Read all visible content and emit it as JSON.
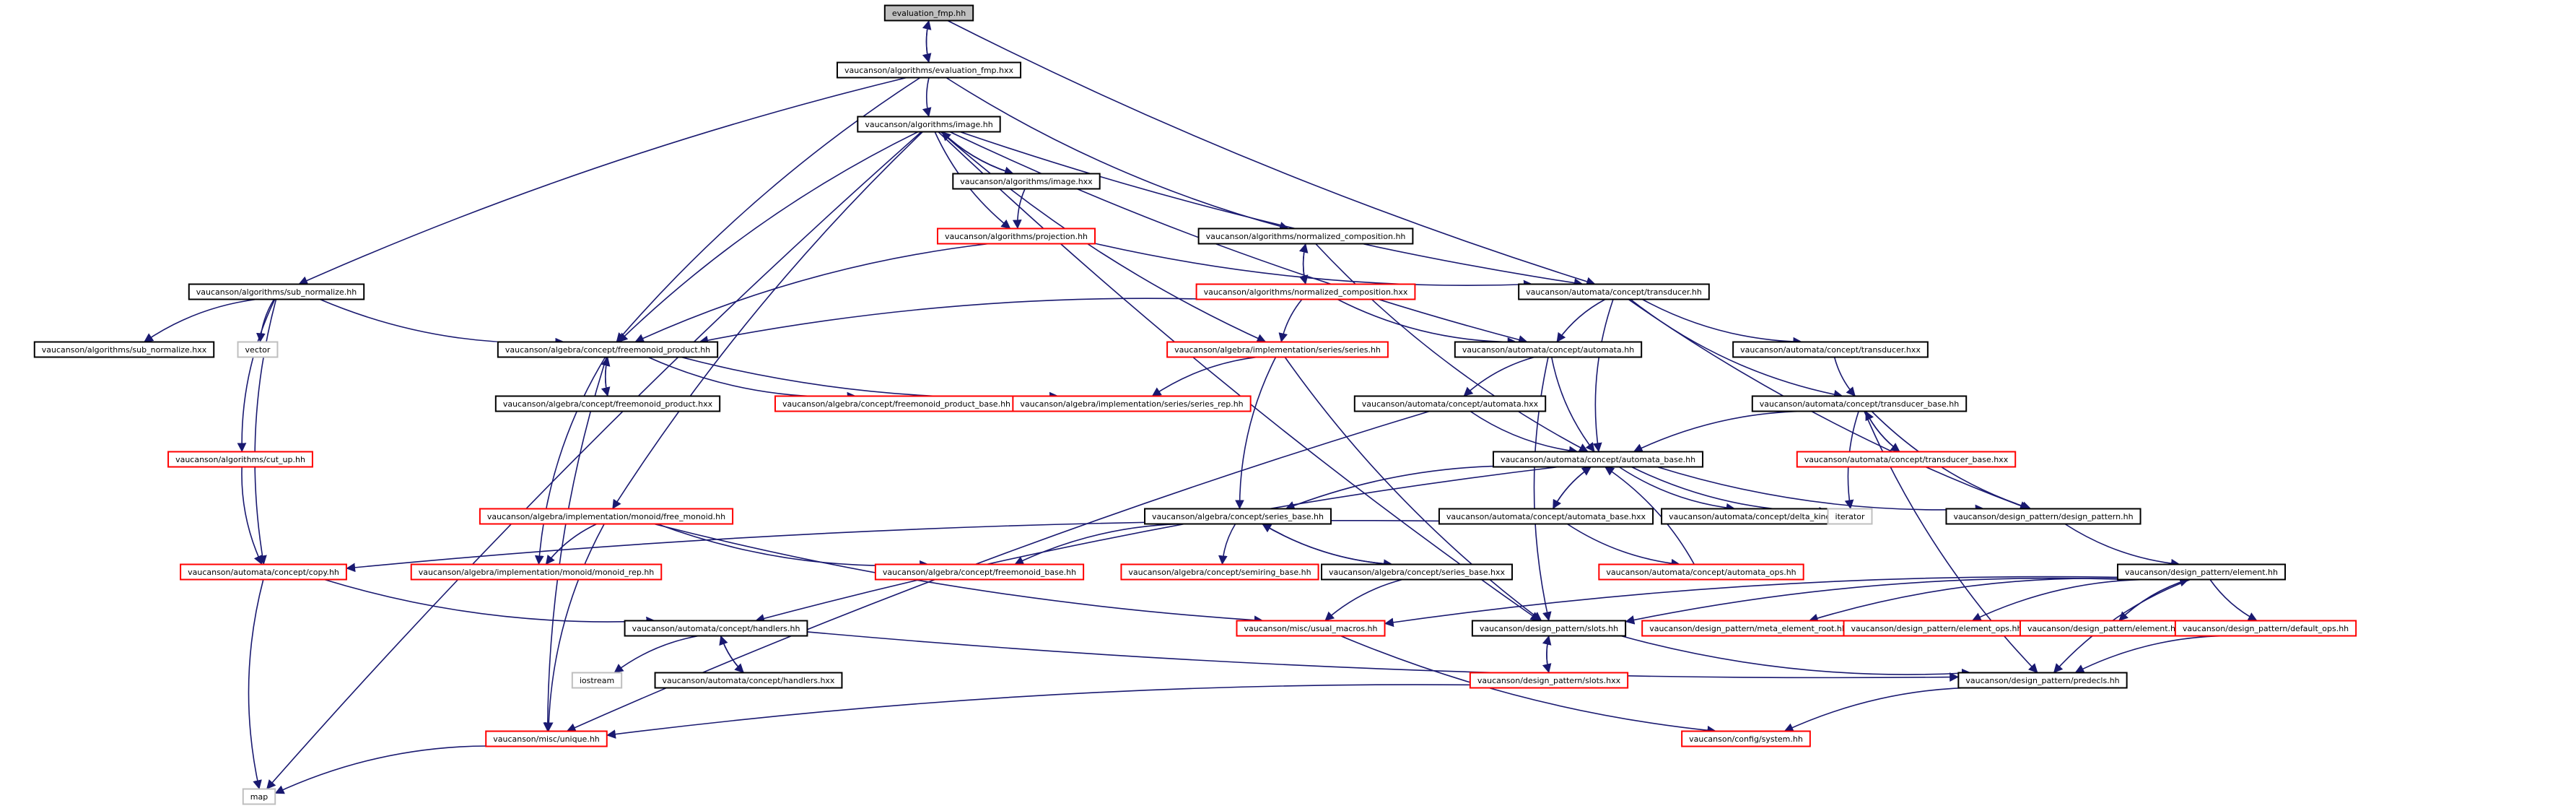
{
  "diagram": {
    "colors": {
      "edge": "#191970",
      "root_fill": "#bfbfbf",
      "border_normal": "#000000",
      "border_unavailable": "#ff0000",
      "border_system": "#bfbfbf"
    },
    "nodes": [
      {
        "id": "n0",
        "label": "evaluation_fmp.hh",
        "style": "root"
      },
      {
        "id": "n1",
        "label": "vaucanson/algorithms/evaluation_fmp.hxx",
        "style": "normal"
      },
      {
        "id": "n2",
        "label": "vaucanson/algorithms/image.hh",
        "style": "normal"
      },
      {
        "id": "n3",
        "label": "vaucanson/algorithms/image.hxx",
        "style": "normal"
      },
      {
        "id": "n4",
        "label": "vaucanson/algorithms/projection.hh",
        "style": "red"
      },
      {
        "id": "n5",
        "label": "vaucanson/algorithms/normalized_composition.hh",
        "style": "normal"
      },
      {
        "id": "n6",
        "label": "vaucanson/algorithms/normalized_composition.hxx",
        "style": "red"
      },
      {
        "id": "n7",
        "label": "vaucanson/automata/concept/transducer.hh",
        "style": "normal"
      },
      {
        "id": "n8",
        "label": "vaucanson/algorithms/sub_normalize.hh",
        "style": "normal"
      },
      {
        "id": "n9",
        "label": "vaucanson/algorithms/sub_normalize.hxx",
        "style": "normal"
      },
      {
        "id": "n10",
        "label": "vector",
        "style": "system"
      },
      {
        "id": "n11",
        "label": "vaucanson/algebra/concept/freemonoid_product.hh",
        "style": "normal"
      },
      {
        "id": "n12",
        "label": "vaucanson/algebra/implementation/series/series.hh",
        "style": "red"
      },
      {
        "id": "n13",
        "label": "vaucanson/automata/concept/automata.hh",
        "style": "normal"
      },
      {
        "id": "n14",
        "label": "vaucanson/automata/concept/transducer.hxx",
        "style": "normal"
      },
      {
        "id": "n15",
        "label": "vaucanson/algebra/concept/freemonoid_product.hxx",
        "style": "normal"
      },
      {
        "id": "n16",
        "label": "vaucanson/algebra/concept/freemonoid_product_base.hh",
        "style": "red"
      },
      {
        "id": "n17",
        "label": "vaucanson/algebra/implementation/series/series_rep.hh",
        "style": "red"
      },
      {
        "id": "n18",
        "label": "vaucanson/automata/concept/automata.hxx",
        "style": "normal"
      },
      {
        "id": "n19",
        "label": "vaucanson/automata/concept/transducer_base.hh",
        "style": "normal"
      },
      {
        "id": "n20",
        "label": "vaucanson/automata/concept/transducer_base.hxx",
        "style": "red"
      },
      {
        "id": "n21",
        "label": "vaucanson/algorithms/cut_up.hh",
        "style": "red"
      },
      {
        "id": "n22",
        "label": "vaucanson/automata/concept/automata_base.hh",
        "style": "normal"
      },
      {
        "id": "n23",
        "label": "vaucanson/algebra/implementation/monoid/free_monoid.hh",
        "style": "red"
      },
      {
        "id": "n24",
        "label": "vaucanson/algebra/concept/series_base.hh",
        "style": "normal"
      },
      {
        "id": "n25",
        "label": "vaucanson/automata/concept/automata_base.hxx",
        "style": "normal"
      },
      {
        "id": "n26",
        "label": "vaucanson/automata/concept/delta_kind.hh",
        "style": "normal"
      },
      {
        "id": "n27",
        "label": "iterator",
        "style": "system"
      },
      {
        "id": "n28",
        "label": "vaucanson/design_pattern/design_pattern.hh",
        "style": "normal"
      },
      {
        "id": "n29",
        "label": "vaucanson/automata/concept/copy.hh",
        "style": "red"
      },
      {
        "id": "n30",
        "label": "vaucanson/algebra/implementation/monoid/monoid_rep.hh",
        "style": "red"
      },
      {
        "id": "n31",
        "label": "vaucanson/algebra/concept/freemonoid_base.hh",
        "style": "red"
      },
      {
        "id": "n32",
        "label": "vaucanson/algebra/concept/semiring_base.hh",
        "style": "red"
      },
      {
        "id": "n33",
        "label": "vaucanson/algebra/concept/series_base.hxx",
        "style": "normal"
      },
      {
        "id": "n34",
        "label": "vaucanson/automata/concept/automata_ops.hh",
        "style": "red"
      },
      {
        "id": "n35",
        "label": "vaucanson/design_pattern/element.hh",
        "style": "normal"
      },
      {
        "id": "n36",
        "label": "vaucanson/automata/concept/handlers.hh",
        "style": "normal"
      },
      {
        "id": "n37",
        "label": "vaucanson/misc/usual_macros.hh",
        "style": "red"
      },
      {
        "id": "n38",
        "label": "vaucanson/design_pattern/slots.hh",
        "style": "normal"
      },
      {
        "id": "n39",
        "label": "vaucanson/design_pattern/meta_element_root.hh",
        "style": "red"
      },
      {
        "id": "n40",
        "label": "vaucanson/design_pattern/element_ops.hh",
        "style": "red"
      },
      {
        "id": "n41",
        "label": "vaucanson/design_pattern/element.hxx",
        "style": "red"
      },
      {
        "id": "n42",
        "label": "vaucanson/design_pattern/default_ops.hh",
        "style": "red"
      },
      {
        "id": "n43",
        "label": "iostream",
        "style": "system"
      },
      {
        "id": "n44",
        "label": "vaucanson/automata/concept/handlers.hxx",
        "style": "normal"
      },
      {
        "id": "n45",
        "label": "vaucanson/design_pattern/slots.hxx",
        "style": "red"
      },
      {
        "id": "n46",
        "label": "vaucanson/design_pattern/predecls.hh",
        "style": "normal"
      },
      {
        "id": "n47",
        "label": "vaucanson/misc/unique.hh",
        "style": "red"
      },
      {
        "id": "n48",
        "label": "vaucanson/config/system.hh",
        "style": "red"
      },
      {
        "id": "n49",
        "label": "map",
        "style": "system"
      }
    ],
    "edges": [
      [
        "n0",
        "n1"
      ],
      [
        "n1",
        "n0"
      ],
      [
        "n0",
        "n7"
      ],
      [
        "n1",
        "n2"
      ],
      [
        "n1",
        "n5"
      ],
      [
        "n1",
        "n8"
      ],
      [
        "n1",
        "n11"
      ],
      [
        "n2",
        "n3"
      ],
      [
        "n3",
        "n2"
      ],
      [
        "n2",
        "n4"
      ],
      [
        "n2",
        "n11"
      ],
      [
        "n2",
        "n12"
      ],
      [
        "n2",
        "n13"
      ],
      [
        "n2",
        "n7"
      ],
      [
        "n2",
        "n23"
      ],
      [
        "n2",
        "n49"
      ],
      [
        "n2",
        "n38"
      ],
      [
        "n3",
        "n4"
      ],
      [
        "n4",
        "n11"
      ],
      [
        "n4",
        "n7"
      ],
      [
        "n5",
        "n6"
      ],
      [
        "n6",
        "n5"
      ],
      [
        "n5",
        "n22"
      ],
      [
        "n6",
        "n11"
      ],
      [
        "n6",
        "n12"
      ],
      [
        "n6",
        "n13"
      ],
      [
        "n7",
        "n13"
      ],
      [
        "n7",
        "n14"
      ],
      [
        "n7",
        "n19"
      ],
      [
        "n7",
        "n22"
      ],
      [
        "n7",
        "n28"
      ],
      [
        "n8",
        "n9"
      ],
      [
        "n8",
        "n10"
      ],
      [
        "n8",
        "n11"
      ],
      [
        "n8",
        "n21"
      ],
      [
        "n8",
        "n29"
      ],
      [
        "n11",
        "n15"
      ],
      [
        "n15",
        "n11"
      ],
      [
        "n11",
        "n16"
      ],
      [
        "n11",
        "n17"
      ],
      [
        "n11",
        "n30"
      ],
      [
        "n11",
        "n47"
      ],
      [
        "n12",
        "n17"
      ],
      [
        "n12",
        "n24"
      ],
      [
        "n12",
        "n38"
      ],
      [
        "n13",
        "n18"
      ],
      [
        "n13",
        "n22"
      ],
      [
        "n13",
        "n38"
      ],
      [
        "n14",
        "n19"
      ],
      [
        "n18",
        "n22"
      ],
      [
        "n18",
        "n47"
      ],
      [
        "n19",
        "n20"
      ],
      [
        "n20",
        "n19"
      ],
      [
        "n19",
        "n22"
      ],
      [
        "n19",
        "n27"
      ],
      [
        "n19",
        "n28"
      ],
      [
        "n19",
        "n46"
      ],
      [
        "n21",
        "n29"
      ],
      [
        "n22",
        "n24"
      ],
      [
        "n22",
        "n25"
      ],
      [
        "n25",
        "n22"
      ],
      [
        "n22",
        "n26"
      ],
      [
        "n22",
        "n27"
      ],
      [
        "n22",
        "n28"
      ],
      [
        "n22",
        "n36"
      ],
      [
        "n23",
        "n30"
      ],
      [
        "n23",
        "n31"
      ],
      [
        "n23",
        "n37"
      ],
      [
        "n23",
        "n47"
      ],
      [
        "n24",
        "n31"
      ],
      [
        "n24",
        "n32"
      ],
      [
        "n24",
        "n33"
      ],
      [
        "n33",
        "n24"
      ],
      [
        "n25",
        "n29"
      ],
      [
        "n25",
        "n34"
      ],
      [
        "n28",
        "n35"
      ],
      [
        "n29",
        "n36"
      ],
      [
        "n29",
        "n49"
      ],
      [
        "n33",
        "n37"
      ],
      [
        "n34",
        "n22"
      ],
      [
        "n35",
        "n37"
      ],
      [
        "n35",
        "n38"
      ],
      [
        "n35",
        "n39"
      ],
      [
        "n35",
        "n40"
      ],
      [
        "n35",
        "n41"
      ],
      [
        "n41",
        "n35"
      ],
      [
        "n35",
        "n42"
      ],
      [
        "n35",
        "n46"
      ],
      [
        "n36",
        "n43"
      ],
      [
        "n36",
        "n44"
      ],
      [
        "n44",
        "n36"
      ],
      [
        "n36",
        "n46"
      ],
      [
        "n37",
        "n48"
      ],
      [
        "n38",
        "n45"
      ],
      [
        "n45",
        "n38"
      ],
      [
        "n38",
        "n46"
      ],
      [
        "n42",
        "n46"
      ],
      [
        "n45",
        "n47"
      ],
      [
        "n46",
        "n48"
      ],
      [
        "n47",
        "n49"
      ]
    ]
  }
}
